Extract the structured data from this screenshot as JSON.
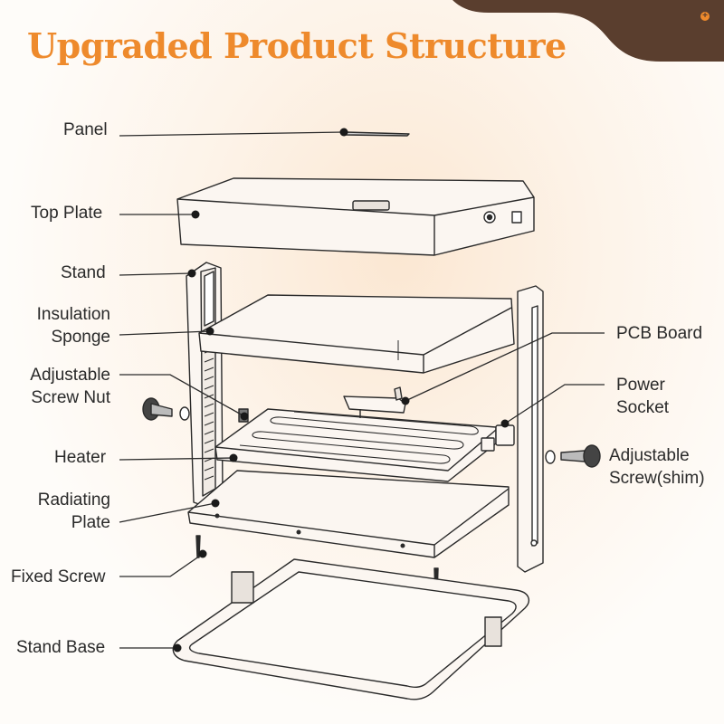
{
  "title": "Upgraded Product Structure",
  "corner_icon": "plus-circle-icon",
  "colors": {
    "accent": "#ee8a2c",
    "corner": "#5a3e2e",
    "line": "#2a2a2a",
    "part_fill": "#fbf6f1"
  },
  "labels": {
    "panel": "Panel",
    "top_plate": "Top Plate",
    "stand": "Stand",
    "insulation_line1": "Insulation",
    "insulation_line2": "Sponge",
    "adjustable_nut_line1": "Adjustable",
    "adjustable_nut_line2": "Screw Nut",
    "heater": "Heater",
    "radiating_line1": "Radiating",
    "radiating_line2": "Plate",
    "fixed_screw": "Fixed Screw",
    "stand_base": "Stand Base",
    "pcb_board": "PCB Board",
    "power_line1": "Power",
    "power_line2": "Socket",
    "adjustable_screw_line1": "Adjustable",
    "adjustable_screw_line2": "Screw(shim)"
  }
}
